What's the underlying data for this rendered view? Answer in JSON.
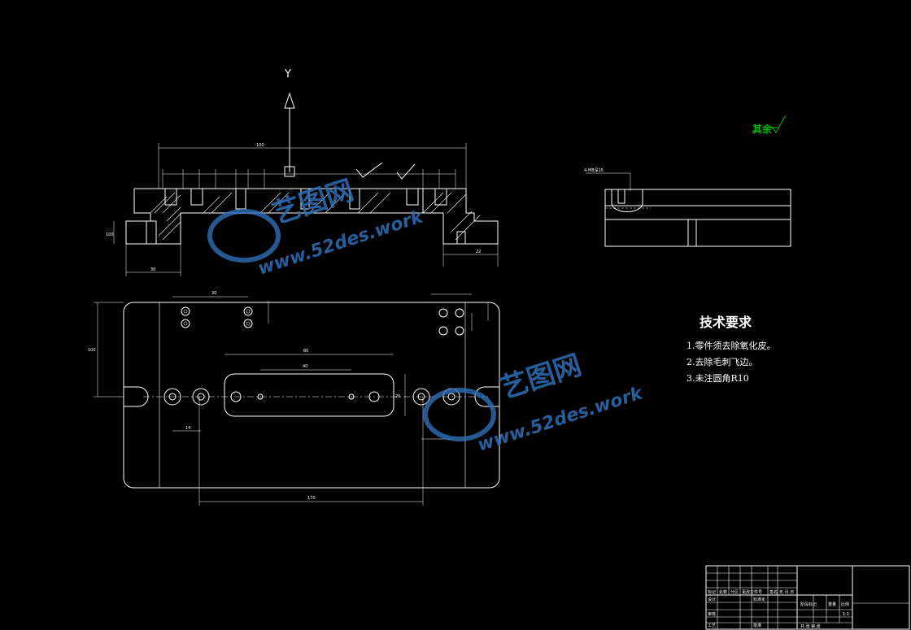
{
  "drawing": {
    "axis_label": "Y",
    "roughness_text": "其余",
    "technical_requirements": {
      "title": "技术要求",
      "items": [
        "1.零件须去除氧化皮。",
        "2.去除毛刺飞边。",
        "3.未注圆角R10"
      ]
    },
    "dimensions": {
      "overall_top": "100",
      "bottom_overall": "170",
      "center_slot_width": "80",
      "inner_holes": "40",
      "left_side_height": "100",
      "slot_height": "20",
      "hole_pitch_left": "14",
      "hole_pitch_top": "30",
      "right_offset": "22",
      "left_offset": "30"
    },
    "section_note": "4-M8深15"
  },
  "title_block": {
    "rows": [
      "标记",
      "处数",
      "分区",
      "更改文件号",
      "签名",
      "年.月.日"
    ],
    "design": "设计",
    "standard": "标准化",
    "review": "审核",
    "process": "工艺",
    "approve": "批准",
    "stage_mark": "阶段标记",
    "weight": "重量",
    "scale": "比例",
    "scale_value": "1:1",
    "sheets": "共 张 第 张"
  },
  "watermark": {
    "cn": "艺图网",
    "url": "www.52des.work"
  }
}
